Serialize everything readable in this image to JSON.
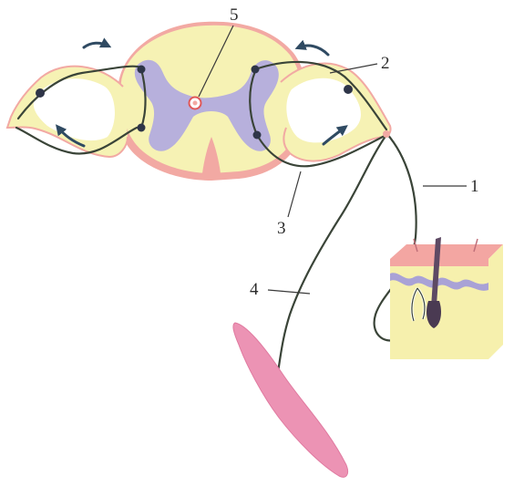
{
  "diagram": {
    "labels": {
      "afferent_nerve": "1",
      "receptor": "2",
      "efferent_nerve_a": "3",
      "efferent_nerve_b": "4",
      "nerve_center": "5"
    },
    "colors": {
      "white_matter": "#f6f2b4",
      "gray_matter": "#b7b0dc",
      "pia_edge": "#f2a9a3",
      "nerve_stroke": "#3a4438",
      "neuron_body": "#2e3548",
      "muscle": "#ec93b4",
      "skin_surface": "#f3a6a2",
      "skin_dermis": "#f6f0ad",
      "epidermis_wave": "#a9a2d6",
      "arrow": "#2f4a62"
    }
  }
}
